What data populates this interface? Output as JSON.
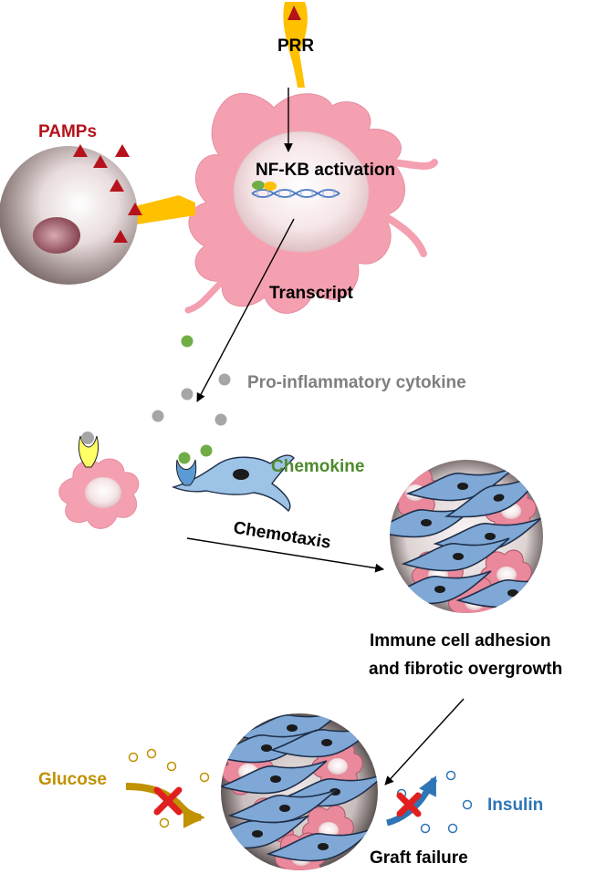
{
  "labels": {
    "prr": "PRR",
    "pamps": "PAMPs",
    "nfkb": "NF-KB activation",
    "transcript": "Transcript",
    "cytokine": "Pro-inflammatory cytokine",
    "chemokine": "Chemokine",
    "chemotaxis": "Chemotaxis",
    "adhesion_line1": "Immune cell adhesion",
    "adhesion_line2": "and fibrotic overgrowth",
    "glucose": "Glucose",
    "insulin": "Insulin",
    "graft_failure": "Graft failure"
  },
  "colors": {
    "pamps": "#b5121b",
    "cytokine_text": "#7f7f7f",
    "chemokine_text": "#4e8a2e",
    "glucose_text": "#c09100",
    "insulin_text": "#2e75b6",
    "macrophage": "#f4a0b0",
    "receptor": "#ffc000",
    "fibroblast": "#9dc3e6"
  }
}
